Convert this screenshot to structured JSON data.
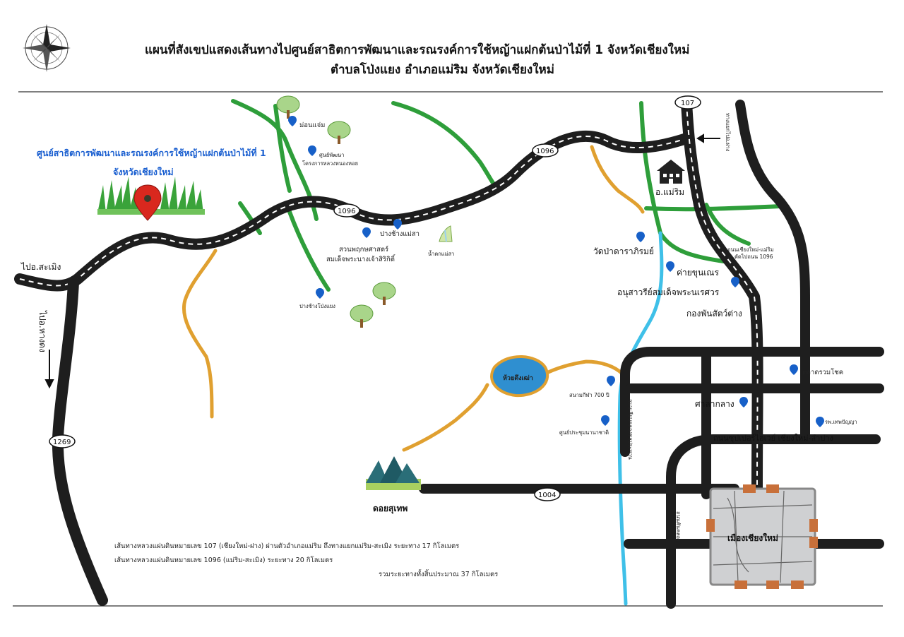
{
  "title": {
    "line1": "แผนที่สังเขปแสดงเส้นทางไปศูนย์สาธิตการพัฒนาและรณรงค์การใช้หญ้าแฝกต้นป่าไม้ที่ 1 จังหวัดเชียงใหม่",
    "line2": "ตำบลโป่งแยง  อำเภอแม่ริม  จังหวัดเชียงใหม่"
  },
  "destination": {
    "line1": "ศูนย์สาธิตการพัฒนาและรณรงค์การใช้หญ้าแฝกต้นป่าไม้ที่ 1",
    "line2": "จังหวัดเชียงใหม่"
  },
  "route_shields": {
    "r107": "107",
    "r1096_a": "1096",
    "r1096_b": "1096",
    "r1269": "1269",
    "r1004": "1004"
  },
  "places": {
    "mon_chaem": "ม่อนแจ่ม",
    "royal_project_1": "ศูนย์พัฒนา",
    "royal_project_2": "โครงการหลวงหนองหอย",
    "pang_chang_mae_sa": "ปางช้างแม่สา",
    "botanic_1": "สวนพฤกษศาสตร์",
    "botanic_2": "สมเด็จพระนางเจ้าสิริกิติ์",
    "mae_sa_waterfall": "น้ำตกแม่สา",
    "pang_chang_pong_yaeng": "ปางช้างโป่งแยง",
    "mae_rim_district": "อ.แม่ริม",
    "wat_pa_dara": "วัดป่าดาราภิรมย์",
    "camp_khun_nen": "ค่ายขุนเณร",
    "monument_1": "อนุสาวรีย์สมเด็จพระนเรศวร",
    "animal_regiment": "กองพันสัตว์ต่าง",
    "huai_tueng_thao": "ห้วยตึงเฒ่า",
    "stadium_700": "สนามกีฬา 700 ปี",
    "convention_center": "ศูนย์ประชุมนานาชาติ",
    "ruam_chok_market": "ตลาดรวมโชค",
    "city_hall": "ศาลากลาง",
    "thepanya_hospital": "รพ.เทพปัญญา",
    "superhighway": "ถนนซุปเปอร์ไฮเวย์ เชียงใหม่-ลำปาง",
    "doi_suthep": "ดอยสุเทพ",
    "chiang_mai_city": "เมืองเชียงใหม่",
    "to_samoeng": "ไปอ.สะเมิง",
    "to_hot": "ไปอ.หางดง",
    "to_fang": "ทางแยกไปอ.ฝาง",
    "canal_road": "ถนนเลียบคลองชลประทาน",
    "cm_maerim_road_1": "ถนนเชียงใหม่-แม่ริม",
    "cm_maerim_road_2": "ตัดไปถนน 1096",
    "lampang_rd": "ถนนคันคลอง"
  },
  "notes": {
    "line1": "เส้นทางหลวงแผ่นดินหมายเลข 107 (เชียงใหม่-ฝาง) ผ่านตัวอำเภอแม่ริม ถึงทางแยกแม่ริม-สะเมิง ระยะทาง   17  กิโลเมตร",
    "line2": "เส้นทางหลวงแผ่นดินหมายเลข 1096 (แม่ริม-สะเมิง) ระยะทาง   20    กิโลเมตร",
    "line3": "รวมระยะทางทั้งสิ้นประมาณ   37  กิโลเมตร"
  },
  "colors": {
    "road": "#1e1e1e",
    "green_road": "#2e9e3a",
    "orange_road": "#e0a030",
    "river": "#3fc0e8",
    "pin": "#1760c8",
    "lake": "#2f8fd0",
    "dest_pin": "#d9281e",
    "moat_wall": "#c8703a"
  }
}
